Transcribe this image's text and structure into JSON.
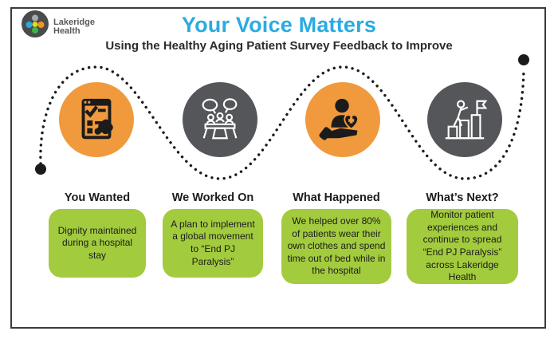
{
  "brand": {
    "line1": "Lakeridge",
    "line2": "Health"
  },
  "header": {
    "title": "Your Voice Matters",
    "subtitle": "Using the Healthy Aging Patient Survey Feedback to Improve"
  },
  "colors": {
    "title_blue": "#29ABE2",
    "circle_orange": "#F09A3D",
    "circle_gray": "#54565A",
    "box_green": "#A3CB3E",
    "path_black": "#1B1B1B"
  },
  "steps": [
    {
      "heading": "You Wanted",
      "body": "Dignity maintained during a hospital stay",
      "icon": "survey-checklist-icon",
      "circle_color": "orange"
    },
    {
      "heading": "We Worked On",
      "body": "A plan to implement a global movement to “End PJ Paralysis”",
      "icon": "team-meeting-icon",
      "circle_color": "gray"
    },
    {
      "heading": "What Happened",
      "body": "We helped over 80% of patients wear their own clothes and spend time out of bed while in the hospital",
      "icon": "patient-care-icon",
      "circle_color": "orange"
    },
    {
      "heading": "What’s Next?",
      "body": "Monitor patient experiences and continue to spread “End PJ Paralysis” across Lakeridge Health",
      "icon": "goal-achievement-icon",
      "circle_color": "gray"
    }
  ]
}
